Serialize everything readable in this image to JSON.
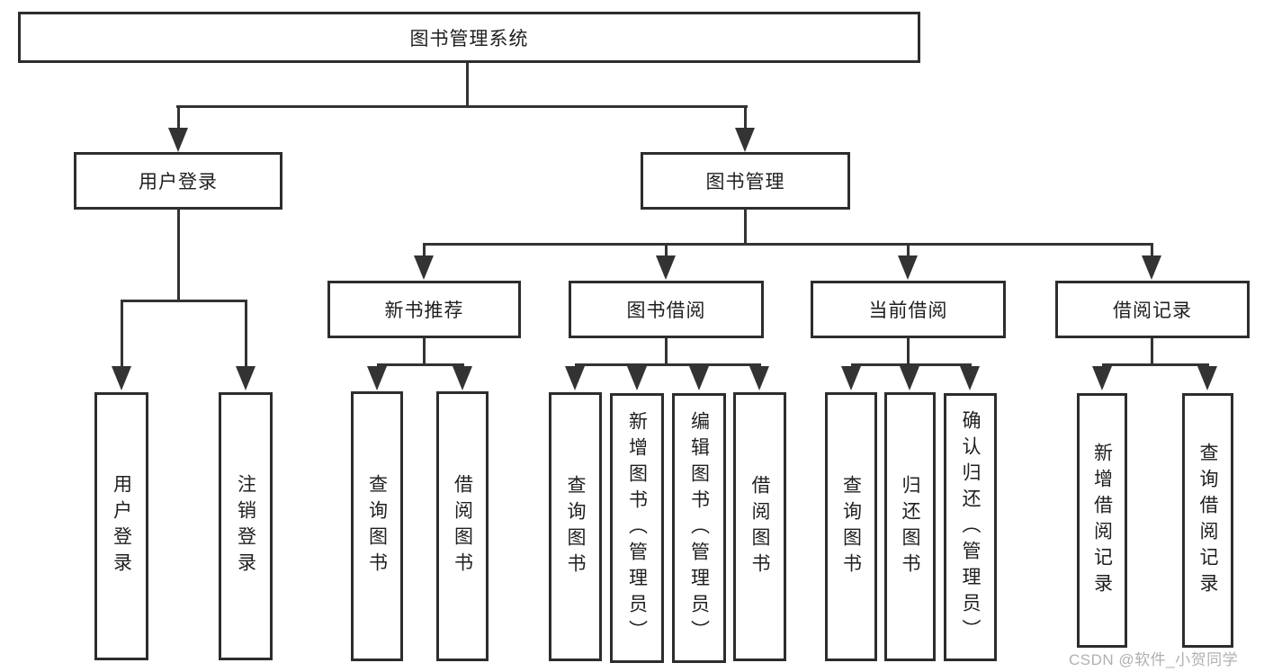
{
  "diagram_type": "hierarchy-tree",
  "tree": {
    "root": "图书管理系统",
    "branches": [
      {
        "label": "用户登录",
        "children": [
          "用户登录",
          "注销登录"
        ]
      },
      {
        "label": "图书管理",
        "children": [
          {
            "label": "新书推荐",
            "children": [
              "查询图书",
              "借阅图书"
            ]
          },
          {
            "label": "图书借阅",
            "children": [
              "查询图书",
              "新增图书（管理员）",
              "编辑图书（管理员）",
              "借阅图书"
            ]
          },
          {
            "label": "当前借阅",
            "children": [
              "查询图书",
              "归还图书",
              "确认归还（管理员）"
            ]
          },
          {
            "label": "借阅记录",
            "children": [
              "新增借阅记录",
              "查询借阅记录"
            ]
          }
        ]
      }
    ]
  },
  "watermark": "CSDN @软件_小贺同学",
  "colors": {
    "line": "#333333",
    "box_border": "#2d2d2d",
    "text": "#1f1f1f",
    "watermark": "#b0b0b0",
    "background": "#ffffff"
  }
}
